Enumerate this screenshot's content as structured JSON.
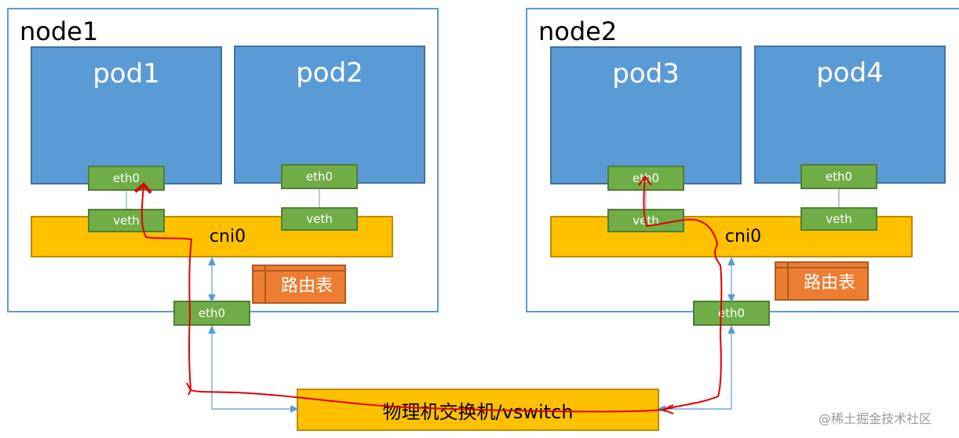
{
  "nodes": [
    {
      "title": "node1",
      "pods": [
        {
          "label": "pod1",
          "eth": "eth0",
          "veth": "veth"
        },
        {
          "label": "pod2",
          "eth": "eth0",
          "veth": "veth"
        }
      ],
      "bridge": "cni0",
      "route_table": "路由表",
      "host_eth": "eth0"
    },
    {
      "title": "node2",
      "pods": [
        {
          "label": "pod3",
          "eth": "eth0",
          "veth": "veth"
        },
        {
          "label": "pod4",
          "eth": "eth0",
          "veth": "veth"
        }
      ],
      "bridge": "cni0",
      "route_table": "路由表",
      "host_eth": "eth0"
    }
  ],
  "switch_label": "物理机交换机/vswitch",
  "watermark": "@稀土掘金技术社区",
  "colors": {
    "node_border": "#5b9bd5",
    "pod_fill": "#5b9bd5",
    "nic_fill": "#70ad47",
    "bridge_fill": "#ffc000",
    "route_fill": "#ed7d31",
    "path_red": "#e00000",
    "link_blue": "#5b9bd5"
  }
}
